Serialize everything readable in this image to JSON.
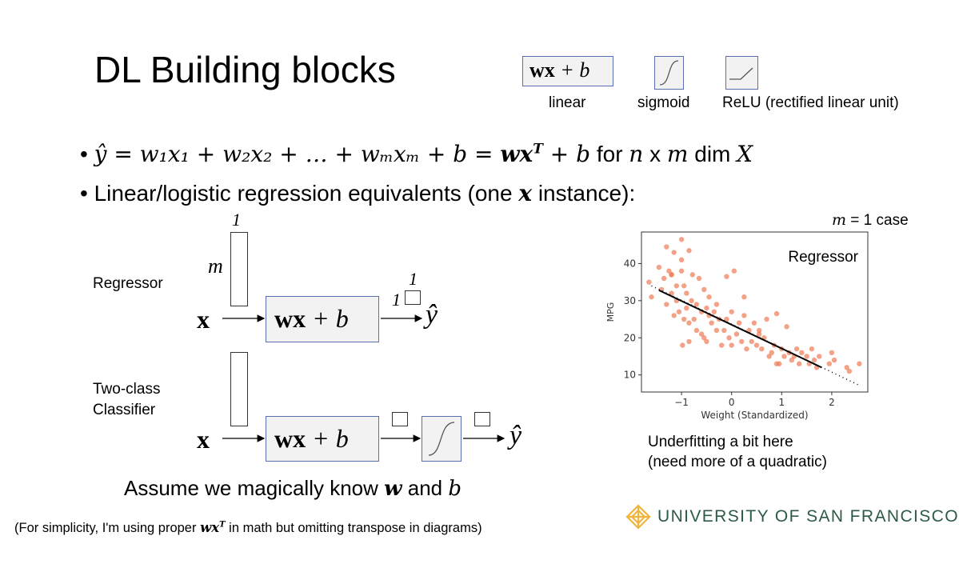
{
  "slide": {
    "title": "DL Building blocks",
    "blocks": [
      {
        "formula_bold": "wx",
        "formula_rest": " + b",
        "label": "linear"
      },
      {
        "label": "sigmoid"
      },
      {
        "label": "ReLU (rectified linear unit)"
      }
    ],
    "bullet1": {
      "bullet": "•",
      "math_lhs": "ŷ = w₁x₁ + w₂x₂ +  … + wₘxₘ + b = ",
      "math_bold": "wx",
      "math_sup": "T",
      "math_plus": " + b",
      "text_for": " for ",
      "math_n": "n",
      "text_x": " x ",
      "math_m": "m",
      "text_dim": " dim ",
      "math_X": "X"
    },
    "bullet2": {
      "bullet": "•",
      "text_a": "Linear/logistic regression equivalents (one ",
      "math_x": "x",
      "text_b": " instance):"
    },
    "case_label": {
      "math": "m",
      "text": " = 1 case"
    },
    "regressor": {
      "label": "Regressor",
      "dim_one": "1",
      "dim_m": "m",
      "input": "x",
      "box_bold": "wx",
      "box_rest": " + b",
      "out_dim_top": "1",
      "out_dim_left": "1",
      "output": "ŷ"
    },
    "classifier": {
      "label_line1": "Two-class",
      "label_line2": "Classifier",
      "input": "x",
      "box_bold": "wx",
      "box_rest": " + b",
      "output": "ŷ"
    },
    "assume": {
      "text_a": "Assume we magically know ",
      "math_w": "w",
      "text_b": " and ",
      "math_b": "b"
    },
    "footnote": {
      "text_a": "(For simplicity, I'm using proper ",
      "math": "wx",
      "sup": "T",
      "text_b": " in math but omitting transpose in diagrams)"
    },
    "note": {
      "line1": "Underfitting a bit here",
      "line2": "(need more of a quadratic)"
    },
    "logo": {
      "text": "UNIVERSITY OF SAN FRANCISCO",
      "color": "#2d5a45",
      "mark_color": "#f0b43c"
    }
  },
  "chart_data": {
    "type": "scatter",
    "annotation": "Regressor",
    "xlabel": "Weight (Standardized)",
    "ylabel": "MPG",
    "xlim": [
      -1.8,
      2.72
    ],
    "ylim": [
      5.4,
      48.5
    ],
    "xticks": [
      "−1",
      "0",
      "1",
      "2"
    ],
    "xtick_values": [
      -1,
      0,
      1,
      2
    ],
    "yticks": [
      "10",
      "20",
      "30",
      "40"
    ],
    "ytick_values": [
      10,
      20,
      30,
      40
    ],
    "grid": false,
    "point_color": "#ee7b55",
    "fit_line": {
      "x": [
        -1.45,
        1.8
      ],
      "y": [
        32.8,
        12.0
      ]
    },
    "fit_line_dotted": {
      "x": [
        -1.6,
        2.55
      ],
      "y": [
        34.0,
        7.2
      ]
    },
    "points": {
      "x": [
        -1.65,
        -1.6,
        -1.45,
        -1.4,
        -1.35,
        -1.3,
        -1.3,
        -1.25,
        -1.2,
        -1.2,
        -1.15,
        -1.15,
        -1.1,
        -1.1,
        -1.05,
        -1.0,
        -1.0,
        -0.98,
        -0.95,
        -0.95,
        -0.9,
        -0.9,
        -0.85,
        -0.85,
        -0.8,
        -0.78,
        -0.75,
        -0.7,
        -0.7,
        -0.65,
        -0.6,
        -0.6,
        -0.55,
        -0.5,
        -0.5,
        -0.45,
        -0.45,
        -0.4,
        -0.35,
        -0.3,
        -0.3,
        -0.25,
        -0.2,
        -0.15,
        -0.1,
        -0.05,
        0.0,
        0.0,
        0.05,
        0.1,
        0.15,
        0.2,
        0.25,
        0.25,
        0.3,
        0.35,
        0.4,
        0.45,
        0.5,
        0.55,
        0.6,
        0.65,
        0.7,
        0.75,
        0.8,
        0.85,
        0.9,
        0.95,
        1.0,
        1.05,
        1.1,
        1.15,
        1.2,
        1.3,
        1.35,
        1.4,
        1.5,
        1.55,
        1.6,
        1.65,
        1.7,
        1.75,
        1.95,
        2.0,
        2.05,
        2.3,
        2.35,
        2.55,
        -1.0,
        -1.2,
        -0.1,
        0.9,
        -0.55,
        0.55,
        1.25,
        -0.85
      ],
      "y": [
        35,
        31,
        39,
        33,
        36,
        44.5,
        29,
        38,
        37,
        32,
        43,
        26,
        34,
        30,
        27,
        46.5,
        41,
        18,
        34,
        25,
        32,
        28,
        24,
        43.5,
        30,
        37,
        25,
        29,
        22,
        36,
        27,
        21,
        33,
        28,
        19,
        26,
        31,
        24,
        27,
        22,
        29,
        25,
        18,
        22,
        25,
        20,
        27,
        18,
        38,
        21,
        24,
        19,
        26,
        31,
        17,
        22,
        19,
        24,
        18,
        21,
        17,
        20,
        25,
        15,
        16,
        18,
        26.5,
        13,
        17,
        15,
        23,
        16,
        14,
        17,
        13,
        16,
        15,
        13,
        17,
        14,
        12,
        15,
        13,
        16,
        14,
        12,
        11,
        13,
        38,
        37,
        36.5,
        13,
        20,
        22,
        15,
        19
      ]
    }
  }
}
